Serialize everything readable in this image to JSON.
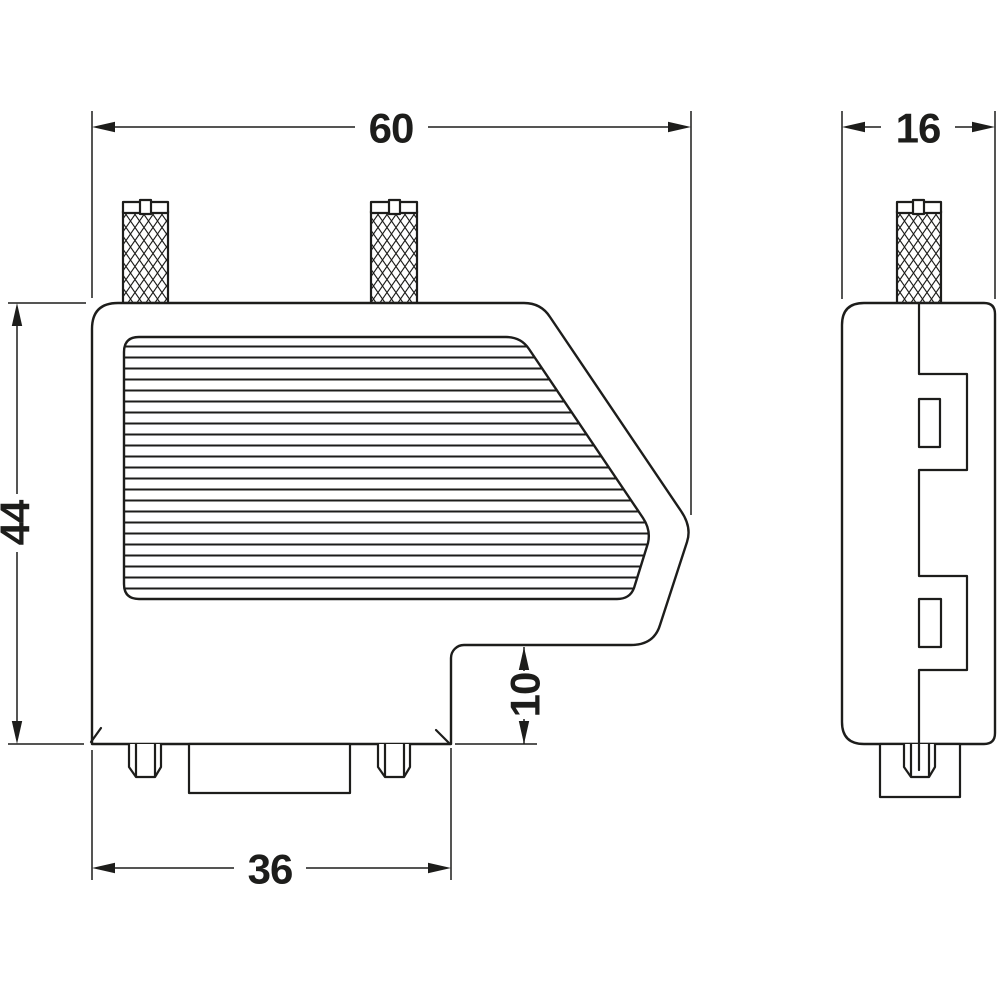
{
  "drawing": {
    "subject": "Right-angle connector hood, two-view dimensional drawing",
    "background_color": "#ffffff",
    "line_color": "#1d1d1b",
    "dimensions": {
      "overall_width": "60",
      "end_width": "16",
      "overall_height": "44",
      "base_width": "36",
      "step_height": "10"
    }
  }
}
